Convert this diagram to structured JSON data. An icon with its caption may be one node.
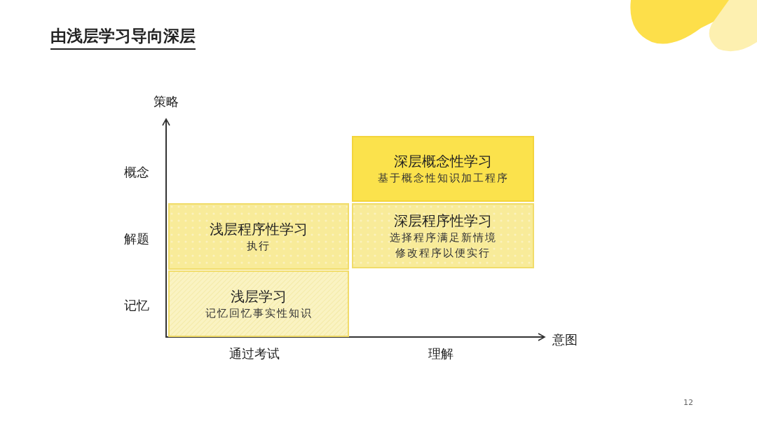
{
  "diagram": {
    "title": "由浅层学习导向深层",
    "nodes": [
      {
        "text": [
          "深层概念性学习",
          "基于概念性知识加工程序"
        ]
      },
      {
        "text": [
          "浅层程序性学习",
          "执行"
        ]
      },
      {
        "text": [
          "深层程序性学习",
          "选择程序满足新情境",
          "修改程序以便实行"
        ]
      },
      {
        "text": [
          "浅层学习",
          "记忆回忆事实性知识"
        ]
      }
    ],
    "edges": [],
    "labels": [
      "策略",
      "概念",
      "解题",
      "记忆",
      "意图",
      "通过考试",
      "理解",
      "12"
    ]
  }
}
